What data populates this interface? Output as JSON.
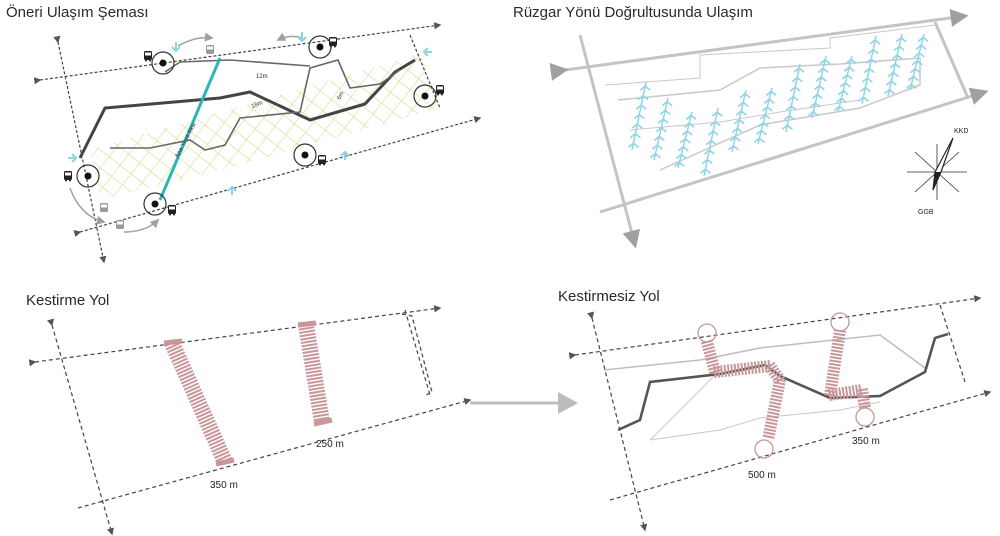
{
  "panels": {
    "p1": {
      "title": "Öneri Ulaşım Şeması",
      "axis_label": "Ana Yaya Aksı",
      "dims": [
        "12m",
        "15m",
        "6m"
      ]
    },
    "p2": {
      "title": "Rüzgar Yönü Doğrultusunda Ulaşım",
      "compass": {
        "north": "KKD",
        "south": "GGB"
      }
    },
    "p3": {
      "title": "Kestirme Yol",
      "distances": [
        "350 m",
        "250 m"
      ]
    },
    "p4": {
      "title": "Kestirmesiz Yol",
      "distances": [
        "500 m",
        "350 m"
      ]
    }
  },
  "colors": {
    "road_dark": "#555555",
    "road_light": "#9a9a9a",
    "grid_yellow": "#d8dc8a",
    "axis_teal": "#2bb7b5",
    "wind_blue": "#8fd3e6",
    "crossing_red": "#c9969a",
    "frame_gray": "#bdbdbd",
    "arrow_gray": "#bfbfbf"
  },
  "icons": [
    "bus-icon",
    "bus-stop-icon",
    "wind-arrow-icon",
    "compass-icon",
    "flow-arrow-icon"
  ]
}
